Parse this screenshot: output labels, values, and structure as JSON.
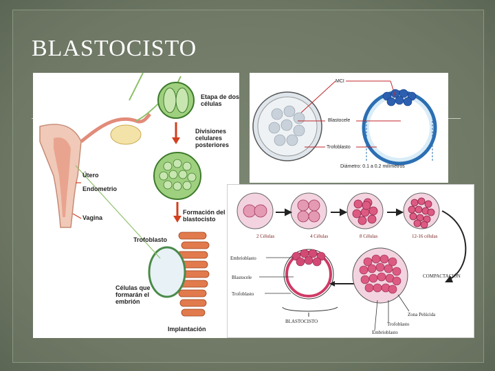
{
  "slide": {
    "title": "BLASTOCISTO",
    "colors": {
      "background": "#6f7a66",
      "title": "#ffffff",
      "accent_red": "#d2401e",
      "cell_green": "#8dc06a",
      "cell_pink": "#e0567a"
    }
  },
  "left_figure": {
    "stage_labels": [
      "Etapa de dos células",
      "Divisiones celulares posteriores",
      "Formación del blastocisto",
      "Implantación"
    ],
    "anatomy_labels": [
      "Útero",
      "Endometrio",
      "Vagina",
      "Trofoblasto",
      "Células que formarán el embrión"
    ]
  },
  "top_right_figure": {
    "labels": [
      "MCI",
      "Blastocele",
      "Trofoblasto",
      "Diámetro: 0.1 a 0.2 milímetros"
    ]
  },
  "bottom_right_figure": {
    "stages": [
      "2 Células",
      "4 Células",
      "8 Células",
      "12-16 células"
    ],
    "compaction_label": "COMPACTACIÓN",
    "blastocyst_labels": [
      "Embrioblasto",
      "Blastocele",
      "Trofoblasto"
    ],
    "bracket_label": "BLASTOCISTO",
    "morula_labels": [
      "Zona Pelúcida",
      "Trofoblasto",
      "Embrioblasto"
    ]
  }
}
